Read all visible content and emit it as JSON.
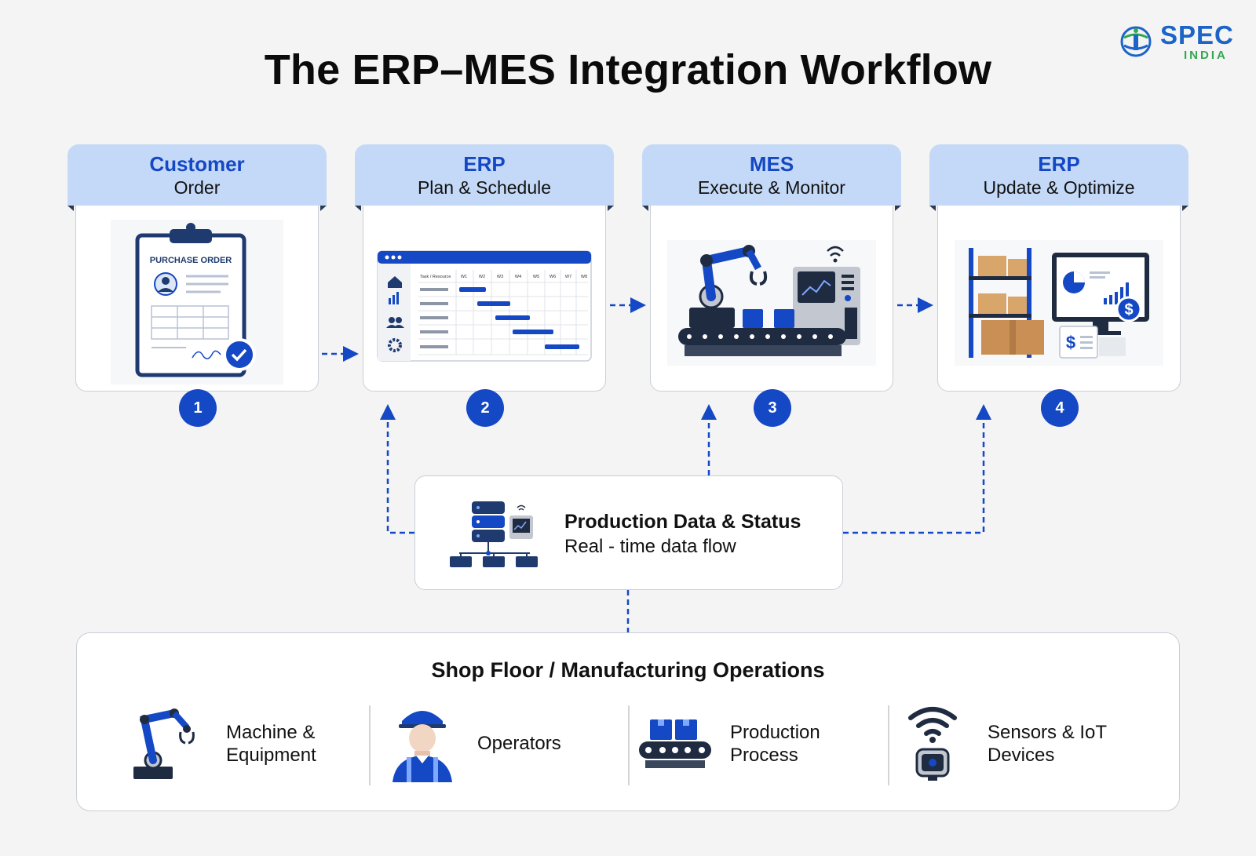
{
  "title": "The ERP–MES Integration Workflow",
  "logo": {
    "name": "SPEC",
    "sub": "INDIA"
  },
  "steps": [
    {
      "title": "Customer",
      "subtitle": "Order",
      "number": "1",
      "icon": "purchase-order-clipboard-icon",
      "doc_label": "PURCHASE ORDER"
    },
    {
      "title": "ERP",
      "subtitle": "Plan & Schedule",
      "number": "2",
      "icon": "gantt-schedule-icon",
      "gantt": {
        "header": "Task / Resource",
        "weeks": [
          "W1",
          "W2",
          "W3",
          "W4",
          "W5",
          "W6",
          "W7",
          "W8"
        ]
      }
    },
    {
      "title": "MES",
      "subtitle": "Execute & Monitor",
      "number": "3",
      "icon": "robot-arm-conveyor-icon"
    },
    {
      "title": "ERP",
      "subtitle": "Update & Optimize",
      "number": "4",
      "icon": "inventory-analytics-icon"
    }
  ],
  "hub": {
    "title": "Production Data & Status",
    "subtitle": "Real - time data flow",
    "icon": "server-network-icon"
  },
  "floor": {
    "title": "Shop Floor / Manufacturing Operations",
    "items": [
      {
        "label": "Machine &\nEquipment",
        "icon": "robot-arm-icon"
      },
      {
        "label": "Operators",
        "icon": "operator-worker-icon"
      },
      {
        "label": "Production\nProcess",
        "icon": "conveyor-belt-icon"
      },
      {
        "label": "Sensors & IoT\nDevices",
        "icon": "wifi-sensor-icon"
      }
    ]
  },
  "colors": {
    "primary": "#1448c4",
    "header_bg": "#c4d9f7",
    "accent_green": "#33a852"
  }
}
